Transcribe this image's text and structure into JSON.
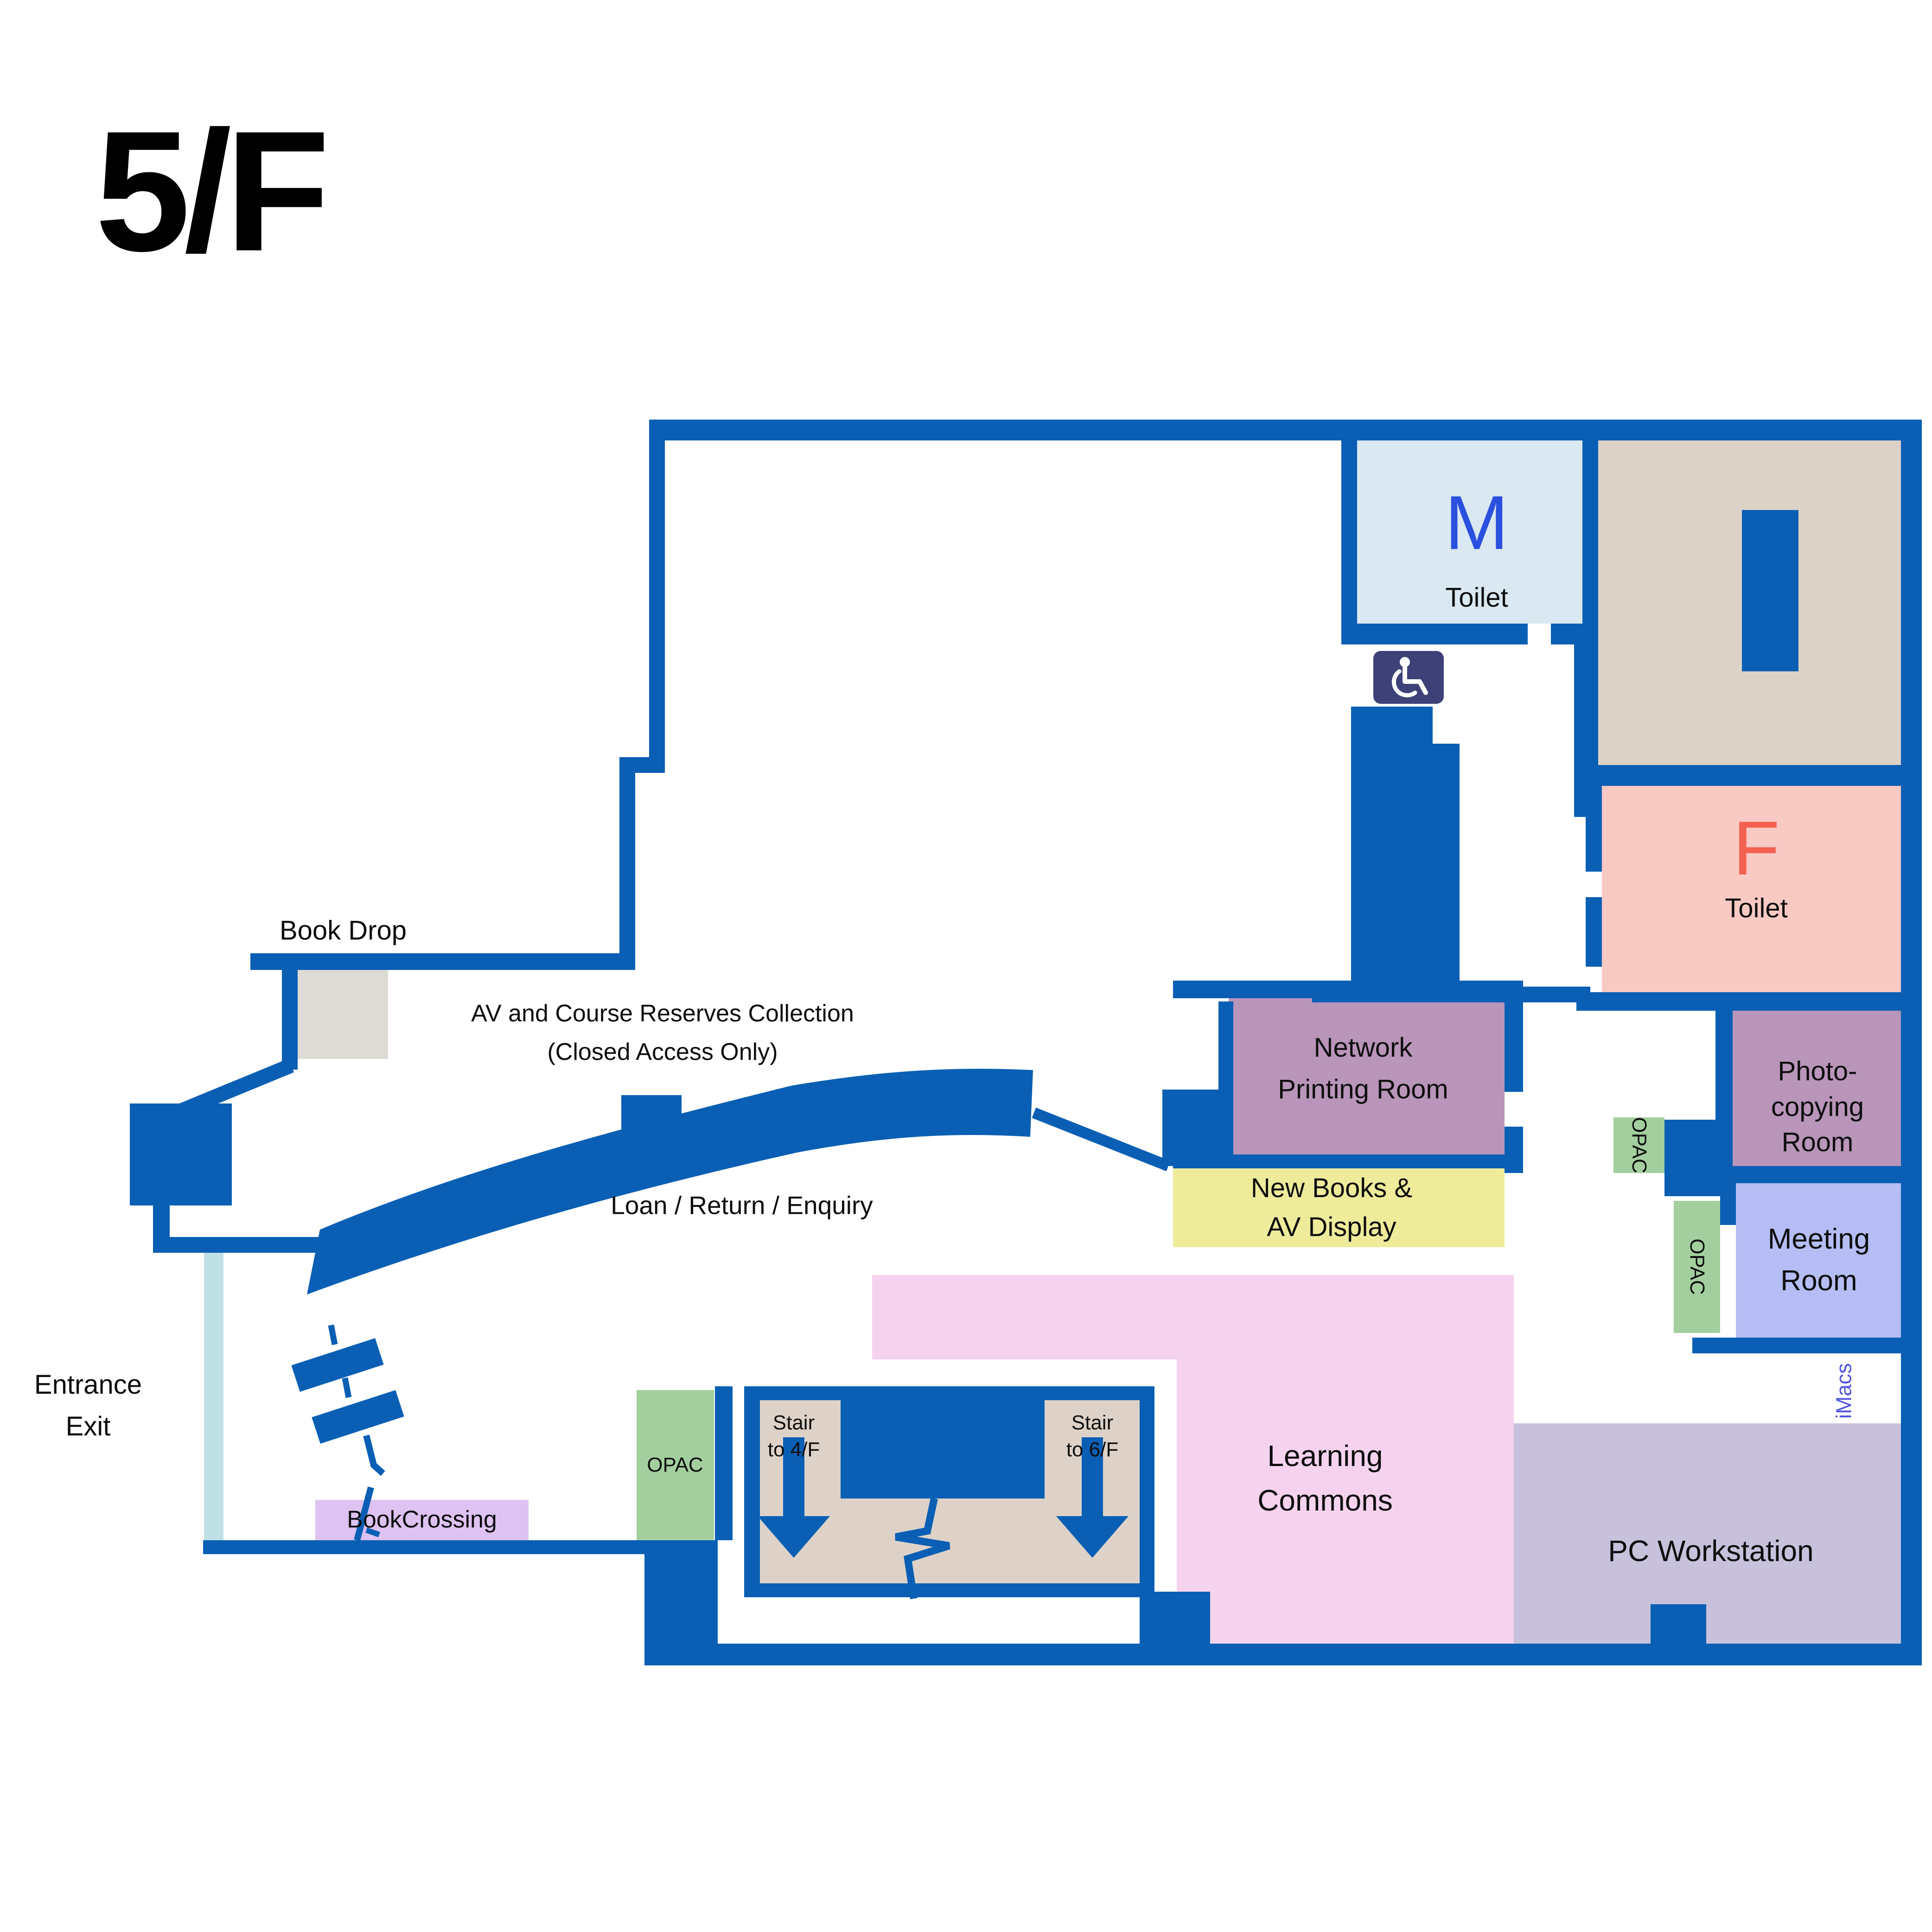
{
  "title": "5/F",
  "colors": {
    "wall_blue": "#0a5fb4",
    "m_toilet_fill": "#d9e8f1",
    "m_letter_blue": "#2b4fdf",
    "beige_room_fill": "#ddd2c8",
    "f_toilet_fill": "#f9c9c4",
    "f_letter_red": "#f4604f",
    "mauve_room_fill": "#b995ba",
    "yellow_fill": "#eeeb9b",
    "opac_green": "#a3cf9e",
    "meeting_fill": "#b5bdf4",
    "learning_commons_fill": "#f5d3ee",
    "pc_workstation_fill": "#c8c1dc",
    "bookcrossing_fill": "#ddc2f2",
    "book_drop_fill": "#dedad5",
    "entrance_cyan": "#bfe1e6",
    "stair_tan_fill": "#ded2c8",
    "wheelchair_navy": "#3d4178",
    "imacs_blue": "#5157dd"
  },
  "rooms": {
    "m_toilet": {
      "letter": "M",
      "label": "Toilet"
    },
    "f_toilet": {
      "letter": "F",
      "label": "Toilet"
    },
    "network_printing": {
      "line1": "Network",
      "line2": "Printing Room"
    },
    "new_books": {
      "line1": "New Books &",
      "line2": "AV Display"
    },
    "photocopying": {
      "line1": "Photo-",
      "line2": "copying",
      "line3": "Room"
    },
    "meeting": {
      "line1": "Meeting",
      "line2": "Room"
    },
    "learning_commons": {
      "line1": "Learning",
      "line2": "Commons"
    },
    "pc_workstation": {
      "label": "PC Workstation"
    },
    "book_drop": {
      "label": "Book Drop"
    },
    "av_reserves": {
      "line1": "AV and Course Reserves Collection",
      "line2": "(Closed Access Only)"
    },
    "loan_counter": {
      "label": "Loan / Return / Enquiry"
    },
    "entrance": {
      "line1": "Entrance",
      "line2": "Exit"
    },
    "bookcrossing": {
      "label": "BookCrossing"
    },
    "stair_down": {
      "line1": "Stair",
      "line2": "to 4/F"
    },
    "stair_up": {
      "line1": "Stair",
      "line2": "to 6/F"
    },
    "opac": "OPAC",
    "imacs": "iMacs"
  }
}
